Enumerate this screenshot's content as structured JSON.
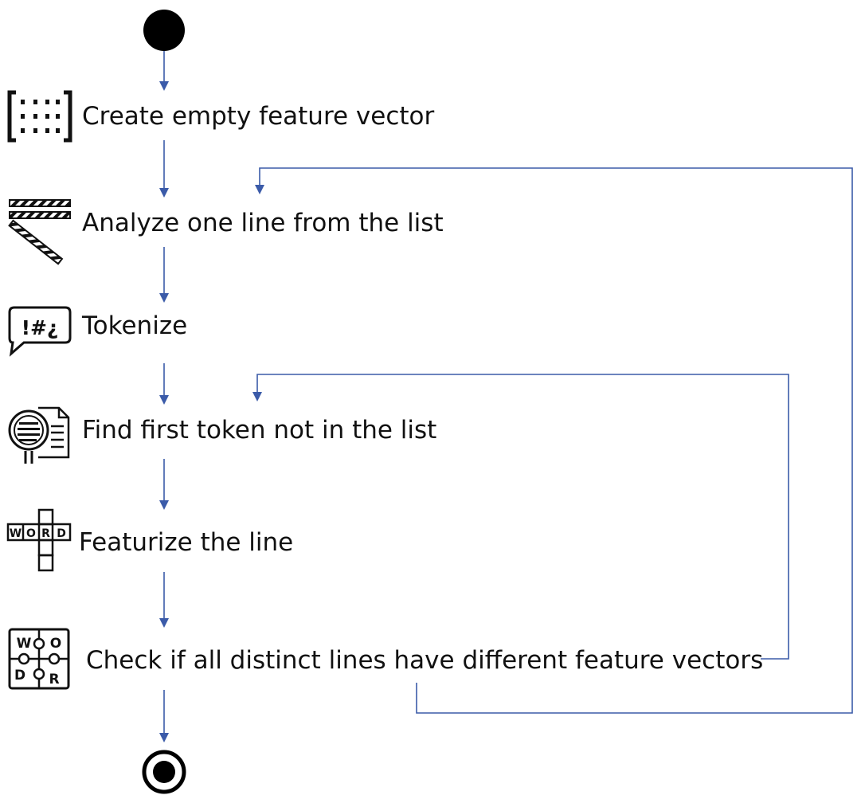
{
  "diagram": {
    "steps": [
      {
        "label": "Create empty feature vector",
        "icon": "vector-brackets-icon"
      },
      {
        "label": "Analyze one line from the list",
        "icon": "striped-bars-icon"
      },
      {
        "label": "Tokenize",
        "icon": "symbol-speech-bubble-icon"
      },
      {
        "label": "Find first token not in the list",
        "icon": "magnifier-document-icon"
      },
      {
        "label": "Featurize the line",
        "icon": "word-crossword-icon"
      },
      {
        "label": "Check if all distinct lines have different feature vectors",
        "icon": "word-puzzle-icon"
      }
    ],
    "icon_text": {
      "tokenize_symbols": "!#¿",
      "crossword_letters": [
        "W",
        "O",
        "R",
        "D"
      ],
      "puzzle_letters": [
        "W",
        "O",
        "D",
        "R"
      ]
    },
    "start_node": "initial-node",
    "end_node": "final-node",
    "colors": {
      "connector": "#3b5ba9",
      "text": "#111111"
    }
  }
}
